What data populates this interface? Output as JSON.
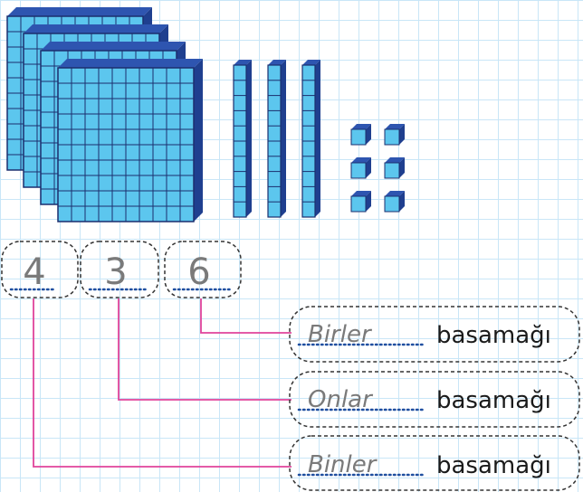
{
  "digits": [
    "4",
    "3",
    "6"
  ],
  "place_values": [
    {
      "handwritten": "Birler",
      "word": "basamağı"
    },
    {
      "handwritten": "Onlar",
      "word": "basamağı"
    },
    {
      "handwritten": "Binler",
      "word": "basamağı"
    }
  ],
  "blocks": {
    "thousands_count": 4,
    "tens_count": 3,
    "ones_count": 6
  },
  "colors": {
    "cube_face": "#5cc6ee",
    "cube_side": "#1f3f8f",
    "cube_grid": "#1c2f6e",
    "connector": "#e0449b",
    "dotted": "#1f4fa0",
    "box_border": "#333333"
  }
}
